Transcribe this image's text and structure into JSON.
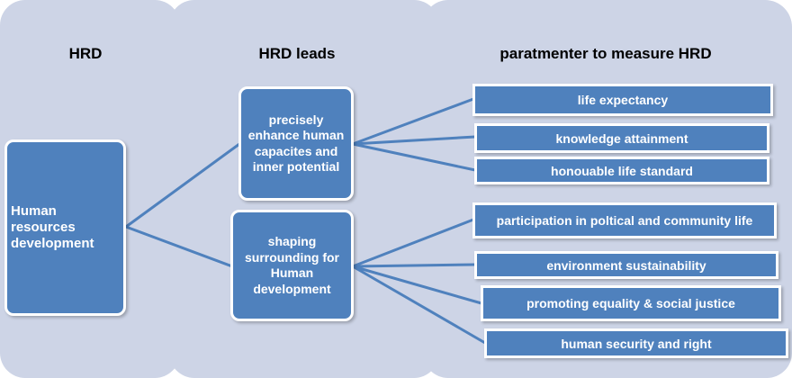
{
  "headers": {
    "hrd": "HRD",
    "leads": "HRD leads",
    "params": "paratmenter to measure HRD"
  },
  "root": {
    "label": "Human resources development"
  },
  "leads": [
    {
      "label": "precisely  enhance  human capacites and inner potential"
    },
    {
      "label": "shaping surrounding for Human development"
    }
  ],
  "parameters": [
    {
      "label": "life expectancy",
      "lead": 0
    },
    {
      "label": "knowledge attainment",
      "lead": 0
    },
    {
      "label": "honouable life standard",
      "lead": 0
    },
    {
      "label": "participation in poltical and community life",
      "lead": 1
    },
    {
      "label": "environment sustainability",
      "lead": 1
    },
    {
      "label": "promoting equality & social justice",
      "lead": 1
    },
    {
      "label": "human security and right",
      "lead": 1
    }
  ],
  "colors": {
    "box": "#4f81bd",
    "column": "#cdd4e6",
    "line": "#4f81bd"
  }
}
